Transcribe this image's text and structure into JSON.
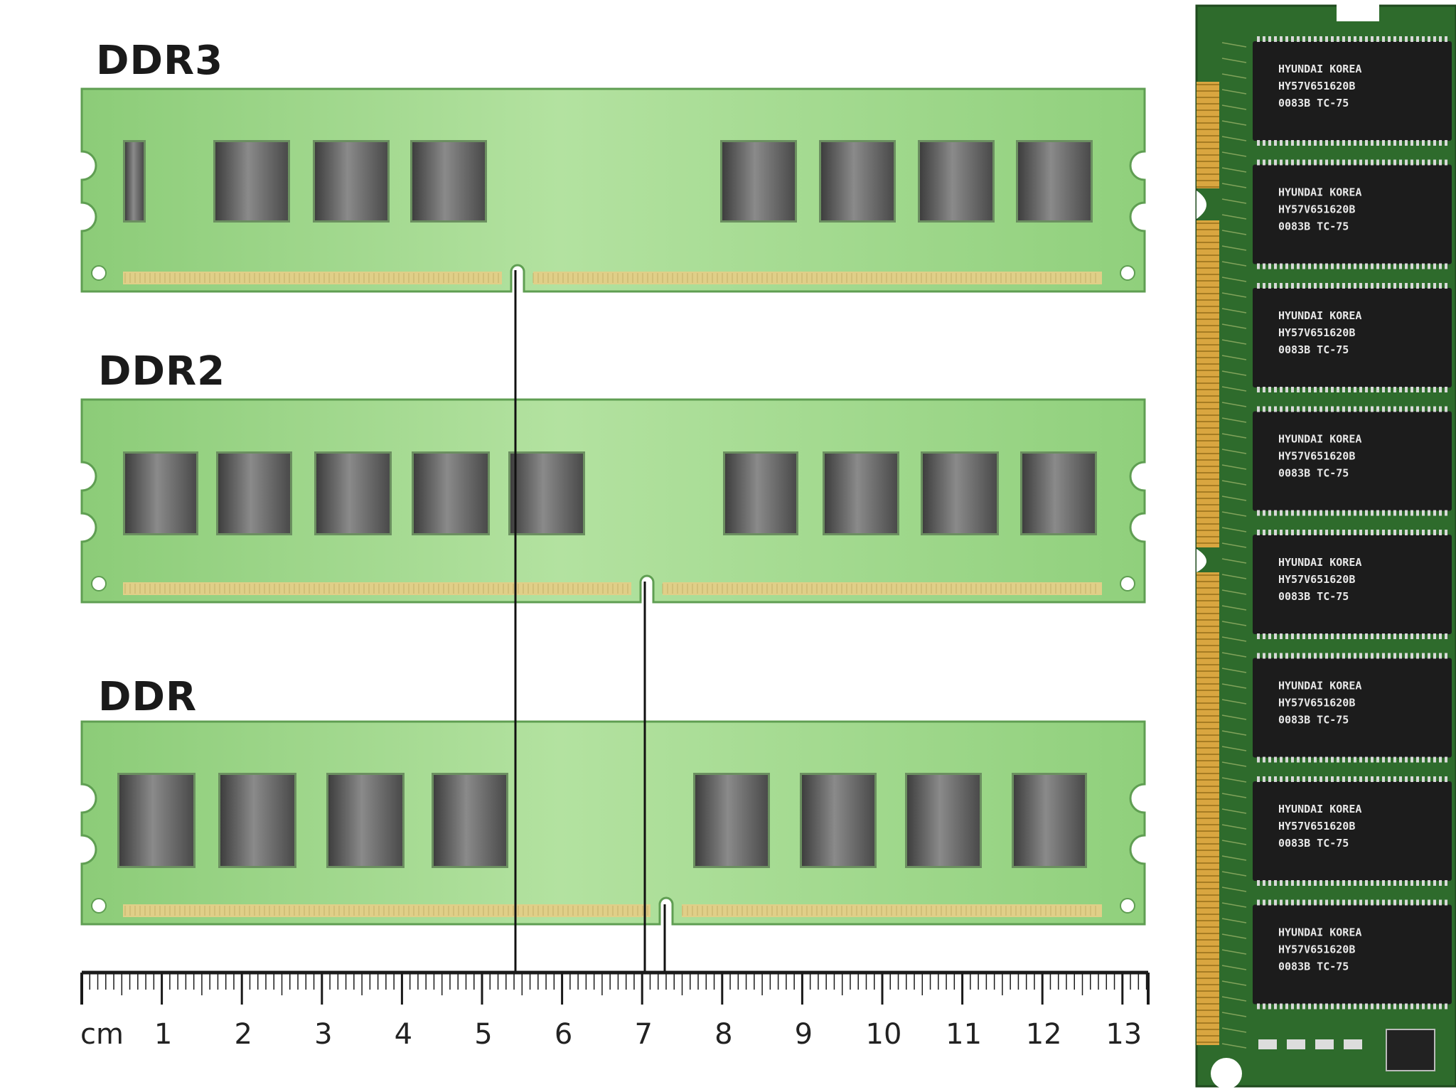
{
  "modules": [
    {
      "label": "DDR3"
    },
    {
      "label": "DDR2"
    },
    {
      "label": "DDR"
    }
  ],
  "ruler": {
    "unit": "cm",
    "ticks": [
      "1",
      "2",
      "3",
      "4",
      "5",
      "6",
      "7",
      "8",
      "9",
      "10",
      "11",
      "12",
      "13"
    ]
  },
  "sdram": {
    "chip_lines": [
      "HYUNDAI    KOREA",
      "HY57V651620B",
      "0083B      TC-75"
    ]
  },
  "colors": {
    "pcb": "#9fd68a",
    "pcb_edge": "#5f9e52",
    "chip": "#5a5a5a",
    "contacts": "#e0cf88",
    "ruler": "#1a1a1a",
    "sdram_pcb": "#2e6b2c",
    "sdram_chip": "#1c1c1c",
    "sdram_contacts": "#d9a640"
  }
}
